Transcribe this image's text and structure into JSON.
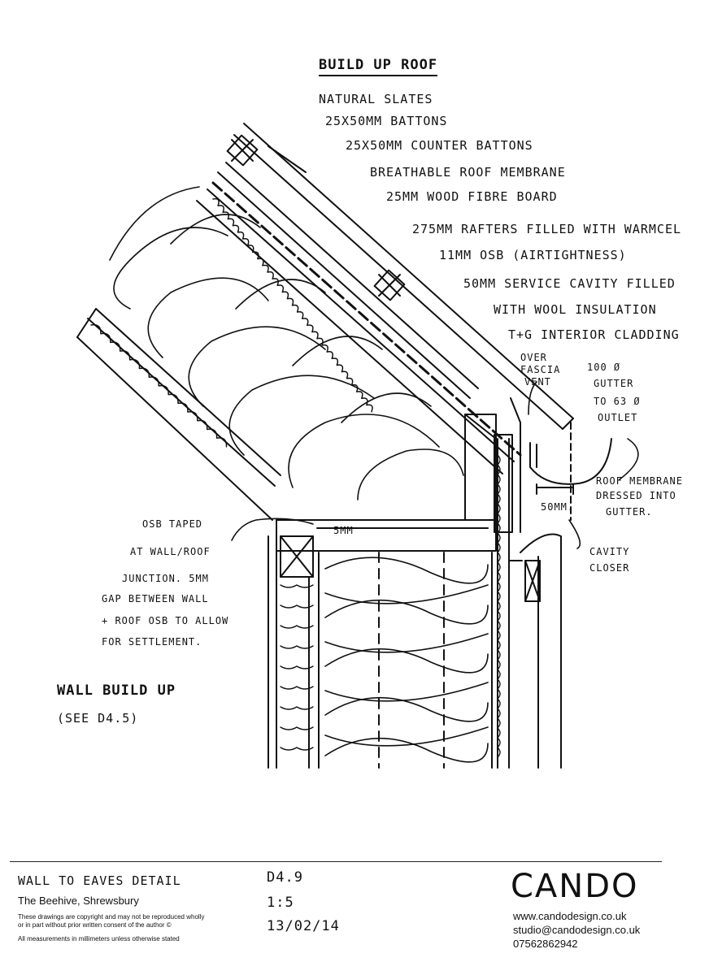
{
  "roof_buildup": {
    "heading": "Build up Roof",
    "layers": [
      "Natural slates",
      "25x50mm battons",
      "25x50mm counter battons",
      "breathable roof membrane",
      "25mm wood fibre board",
      "275mm rafters filled with warmcel",
      "11mm OSB (airtightness)",
      "50mm service cavity filled",
      "with wool insulation",
      "T+G interior cladding"
    ]
  },
  "annotations": {
    "over_fascia_vent": [
      "Over",
      "fascia",
      "vent"
    ],
    "gutter": [
      "100 ø",
      "gutter",
      "to 63 ø",
      "outlet"
    ],
    "roof_membrane": [
      "roof membrane",
      "dressed into",
      "gutter."
    ],
    "dim_50mm": "50mm.",
    "cavity_closer": [
      "cavity",
      "closer"
    ],
    "osb_note": [
      "OSB taped",
      "at wall/roof",
      "junction. 5mm",
      "gap between wall",
      "+ roof OSB to allow",
      "for settlement."
    ],
    "dim_5mm": "5mm",
    "wall_buildup": "Wall build up",
    "see_ref": "(see D4.5)"
  },
  "title_block": {
    "drawing_title": "Wall to eaves detail",
    "project": "The Beehive, Shrewsbury",
    "copyright": [
      "These drawings are copyright and may not be reproduced wholly",
      "or in part without prior written consent of the author ©"
    ],
    "measurements_note": "All measurements in millimeters unless otherwise stated",
    "drawing_number": "D4.9",
    "scale": "1:5",
    "date": "13/02/14",
    "company": "CANDO",
    "website": "www.candodesign.co.uk",
    "email": "studio@candodesign.co.uk",
    "phone": "07562862942"
  }
}
